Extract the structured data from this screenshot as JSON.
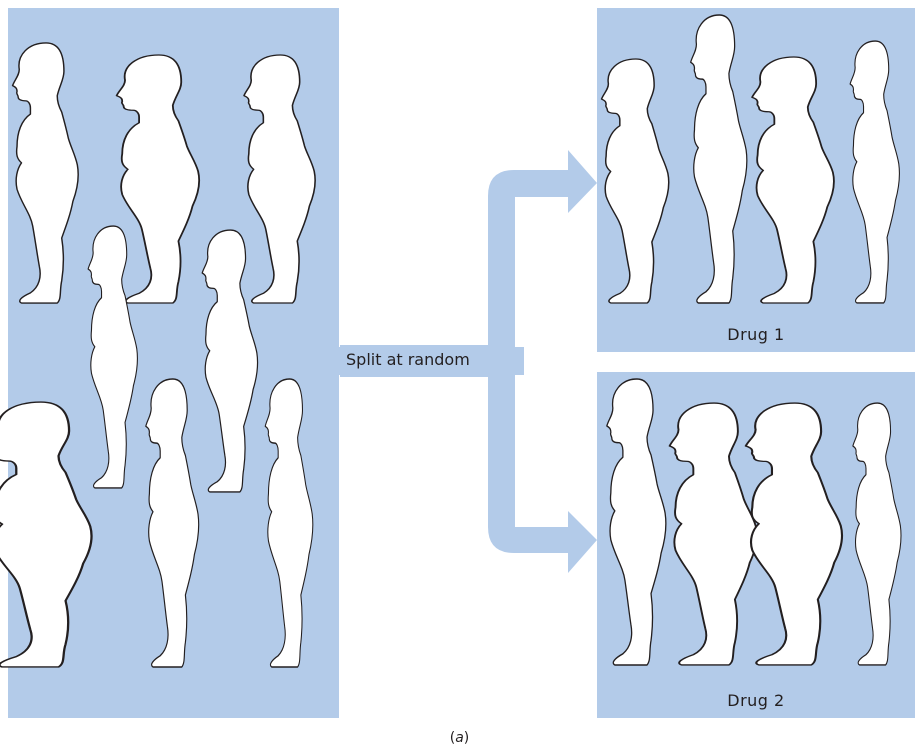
{
  "label_split": "Split at random",
  "groups": [
    {
      "label": "Drug 1"
    },
    {
      "label": "Drug 2"
    }
  ],
  "caption_text": "a",
  "colors": {
    "panel": "#b3cbe9",
    "arrow": "#b3cbe9",
    "outline": "#231f20",
    "figure": "#ffffff"
  },
  "figure_icon": "woman-silhouette-icon"
}
